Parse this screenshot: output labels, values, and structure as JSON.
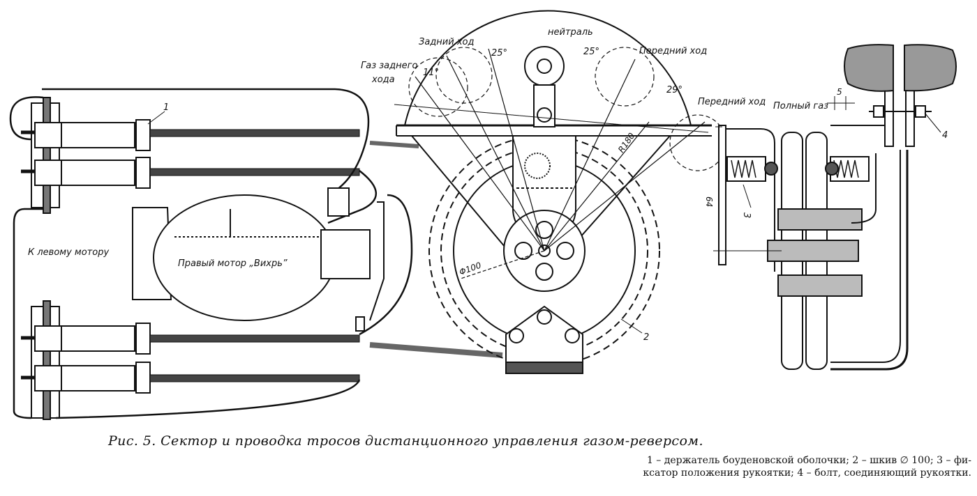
{
  "labels": {
    "neutral": "нейтраль",
    "reverse": "Задний ход",
    "reverse_gas_1": "Газ заднего",
    "reverse_gas_2": "хода",
    "forward_top": "Передний ход",
    "forward_right": "Передний ход",
    "full_gas": "Полный газ",
    "left_motor": "К левому мотору",
    "right_motor": "Правый мотор „Вихрь”"
  },
  "angles": {
    "a1": "25°",
    "a2": "25°",
    "a3": "29°",
    "a4": "11°"
  },
  "dimensions": {
    "r180": "R180",
    "d100": "Φ100",
    "d64": "64",
    "d5": "5"
  },
  "callouts": {
    "c1": "1",
    "c2": "2",
    "c3": "3",
    "c4": "4"
  },
  "caption": "Рис. 5. Сектор и проводка тросов дистанционного управления газом-реверсом.",
  "legend": {
    "line1": "1 – держатель боуденовской оболочки; 2 – шкив ∅ 100; 3 – фи-",
    "line2": "ксатор положения рукоятки; 4 – болт, соединяющий рукоятки."
  }
}
